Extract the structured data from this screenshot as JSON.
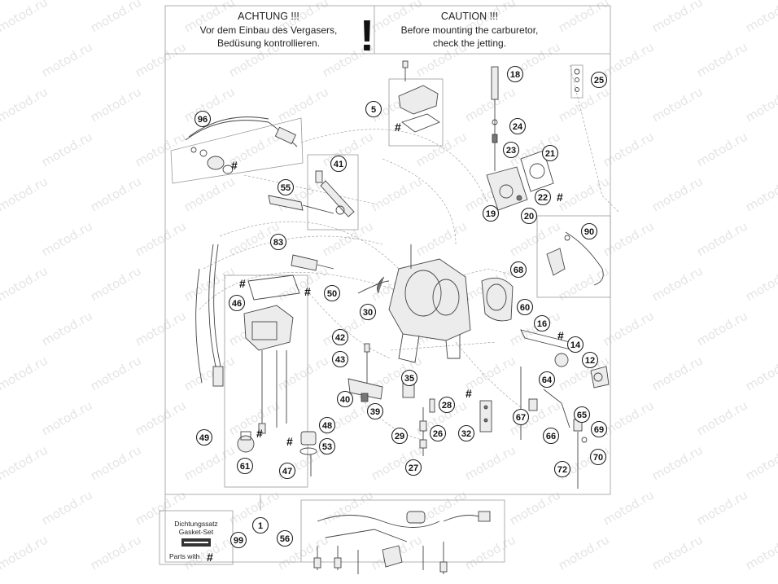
{
  "caution": {
    "de_title": "ACHTUNG !!!",
    "de_line1": "Vor dem Einbau des Vergasers,",
    "de_line2": "Bedüsung kontrollieren.",
    "en_title": "CAUTION !!!",
    "en_line1": "Before mounting the carburetor,",
    "en_line2": "check the jetting.",
    "mark": "!"
  },
  "watermark": "motod.ru",
  "legend": {
    "line1": "Dichtungssatz",
    "line2": "Gasket-Set",
    "parts_with": "Parts with",
    "hash": "#"
  },
  "hash_symbol": "#",
  "callouts": [
    "96",
    "5",
    "18",
    "25",
    "24",
    "23",
    "21",
    "22",
    "20",
    "19",
    "41",
    "55",
    "83",
    "90",
    "68",
    "60",
    "50",
    "46",
    "30",
    "16",
    "14",
    "12",
    "42",
    "43",
    "35",
    "64",
    "40",
    "39",
    "28",
    "67",
    "65",
    "69",
    "66",
    "70",
    "72",
    "29",
    "26",
    "32",
    "27",
    "49",
    "48",
    "53",
    "47",
    "61",
    "1",
    "99",
    "56"
  ]
}
